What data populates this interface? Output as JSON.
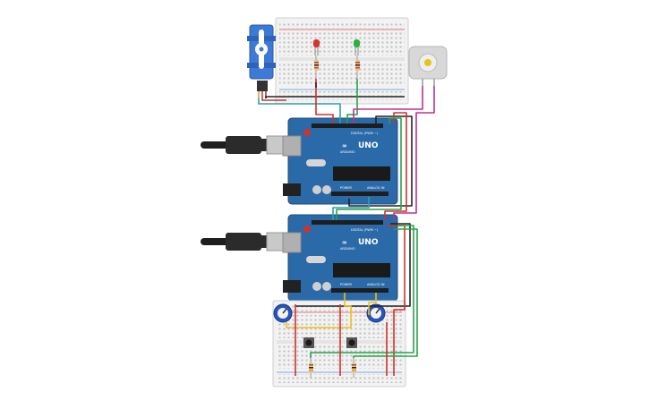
{
  "board1": {
    "brand": "UNO",
    "maker": "ARDUINO",
    "digital_label": "DIGITAL (PWM ~)",
    "power_label": "POWER",
    "analog_label": "ANALOG IN"
  },
  "board2": {
    "brand": "UNO",
    "maker": "ARDUINO",
    "digital_label": "DIGITAL (PWM ~)",
    "power_label": "POWER",
    "analog_label": "ANALOG IN"
  },
  "colors": {
    "arduino_blue": "#2a6aa8",
    "wire_red": "#d0312d",
    "wire_black": "#222222",
    "wire_green": "#2aa24a",
    "wire_magenta": "#c0308a",
    "wire_yellow": "#e8c21a",
    "wire_teal": "#2aa0b0",
    "led_red": "#d9322b",
    "led_green": "#2fae3f",
    "servo_blue": "#3d7ad6"
  }
}
